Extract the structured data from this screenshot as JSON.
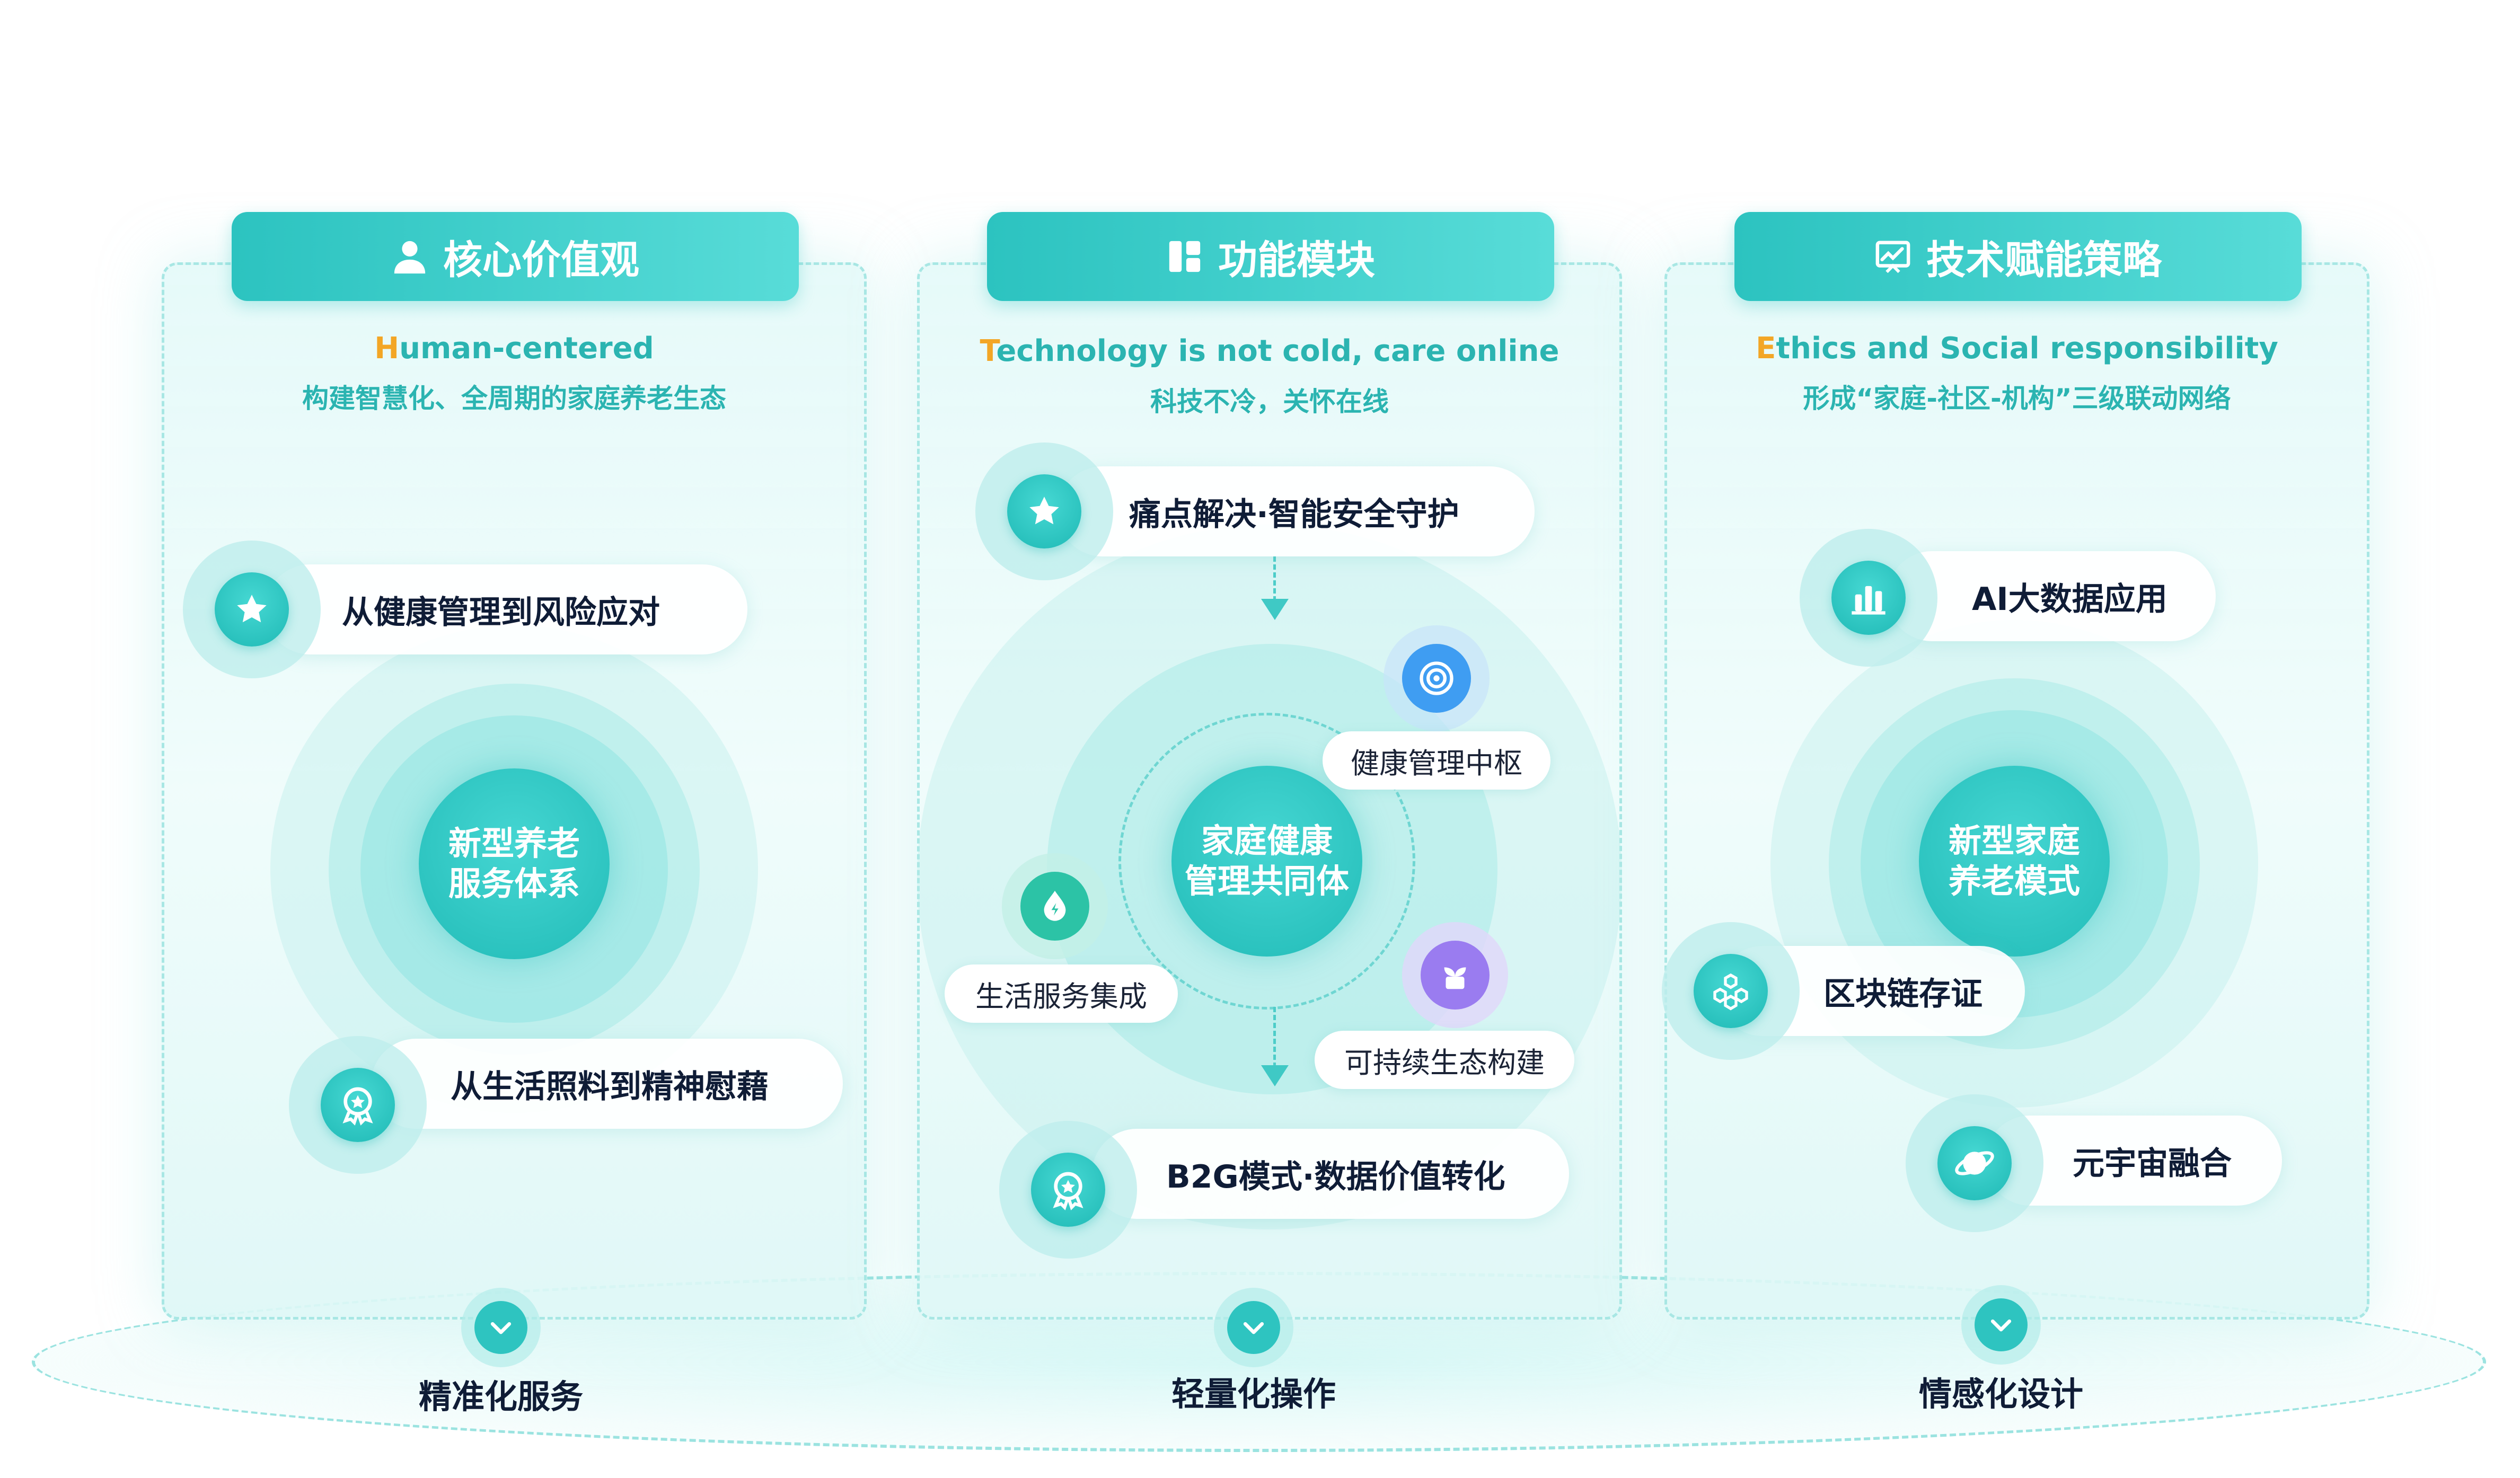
{
  "columns": [
    {
      "header": "核心价值观",
      "header_icon": "user-icon",
      "subtitle_en_first": "H",
      "subtitle_en_rest": "uman-centered",
      "subtitle_cn": "构建智慧化、全周期的家庭养老生态",
      "core_line1": "新型养老",
      "core_line2": "服务体系",
      "pills": [
        {
          "label": "从健康管理到风险应对",
          "icon": "star-icon"
        },
        {
          "label": "从生活照料到精神慰藉",
          "icon": "award-icon"
        }
      ],
      "bottom_label": "精准化服务"
    },
    {
      "header": "功能模块",
      "header_icon": "grid-icon",
      "subtitle_en_first": "T",
      "subtitle_en_rest": "echnology is not cold, care online",
      "subtitle_cn": "科技不冷，关怀在线",
      "core_line1": "家庭健康",
      "core_line2": "管理共同体",
      "pills": [
        {
          "label": "痛点解决·智能安全守护",
          "icon": "star-icon"
        },
        {
          "label": "B2G模式·数据价值转化",
          "icon": "award-icon"
        }
      ],
      "small_pills": [
        {
          "label": "健康管理中枢",
          "icon": "target-icon",
          "color": "#3f9df2"
        },
        {
          "label": "生活服务集成",
          "icon": "drop-icon",
          "color": "#2cc3a6"
        },
        {
          "label": "可持续生态构建",
          "icon": "plant-icon",
          "color": "#9a7cf0"
        }
      ],
      "bottom_label": "轻量化操作"
    },
    {
      "header": "技术赋能策略",
      "header_icon": "chart-icon",
      "subtitle_en_first": "E",
      "subtitle_en_rest": "thics and Social responsibility",
      "subtitle_cn": "形成“家庭-社区-机构”三级联动网络",
      "core_line1": "新型家庭",
      "core_line2": "养老模式",
      "pills": [
        {
          "label": "AI大数据应用",
          "icon": "bar-chart-icon"
        },
        {
          "label": "区块链存证",
          "icon": "blockchain-icon"
        },
        {
          "label": "元宇宙融合",
          "icon": "planet-icon"
        }
      ],
      "bottom_label": "情感化设计"
    }
  ],
  "colors": {
    "accent": "#2cc3c0",
    "accent_light": "#58dcd8",
    "highlight": "#f3a626",
    "text_dark": "#0f1c36"
  }
}
